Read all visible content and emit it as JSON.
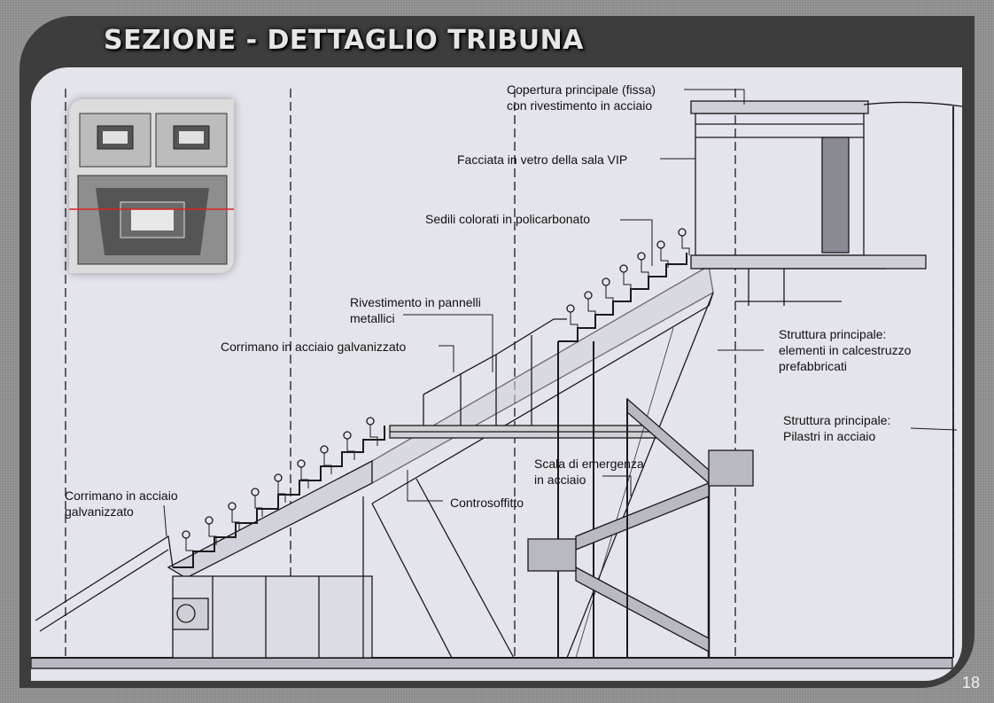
{
  "slide": {
    "title": "SEZIONE  - DETTAGLIO TRIBUNA",
    "page_number": "18"
  },
  "labels": {
    "copertura": [
      "Copertura principale (fissa)",
      "con rivestimento  in acciaio"
    ],
    "facciata": [
      "Facciata in vetro della sala VIP"
    ],
    "sedili": [
      "Sedili colorati in policarbonato"
    ],
    "rivestimento": [
      "Rivestimento  in pannelli",
      "metallici"
    ],
    "corrimano_upper": [
      "Corrimano in acciaio galvanizzato"
    ],
    "struttura_cls": [
      "Struttura  principale:",
      "elementi  in calcestruzzo",
      "prefabbricati"
    ],
    "struttura_pilastri": [
      "Struttura  principale:",
      "Pilastri in acciaio"
    ],
    "scala": [
      "Scala di emergenza",
      "in acciaio"
    ],
    "controsoffitto": [
      "Controsoffitto"
    ],
    "corrimano_lower": [
      "Corrimano in acciaio",
      "galvanizzato"
    ]
  },
  "colors": {
    "background": "#8c8c8c",
    "frame": "#3d3d3d",
    "drawing_paper": "#e4e4ec",
    "ink": "#1a1a1a",
    "section_line": "#e02020"
  }
}
